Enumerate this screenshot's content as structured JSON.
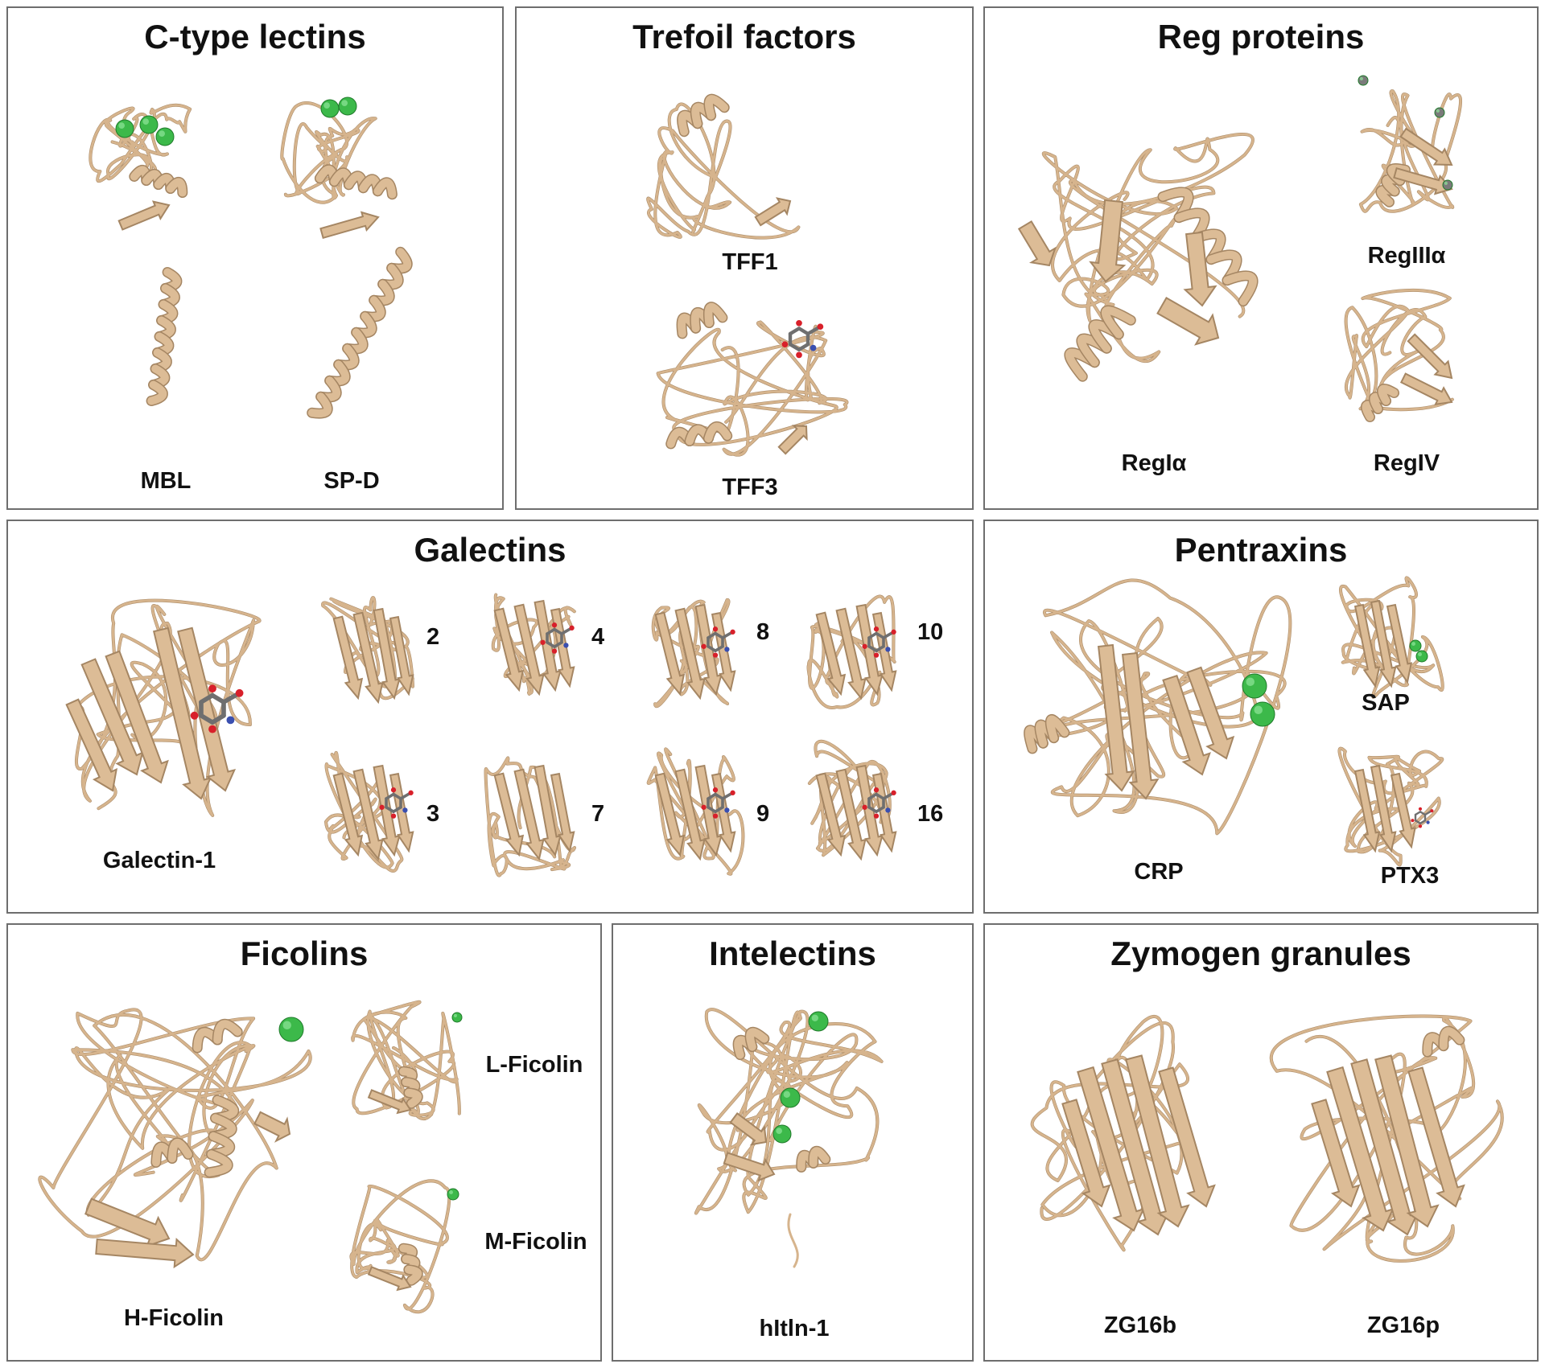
{
  "panels": {
    "ctype": {
      "title": "C-type lectins",
      "labels": [
        "MBL",
        "SP-D"
      ]
    },
    "trefoil": {
      "title": "Trefoil factors",
      "labels": [
        "TFF1",
        "TFF3"
      ]
    },
    "reg": {
      "title": "Reg proteins",
      "labels": [
        "RegIα",
        "RegIIIα",
        "RegIV"
      ]
    },
    "galectins": {
      "title": "Galectins",
      "labels": [
        "Galectin-1"
      ],
      "numbers": [
        "2",
        "4",
        "8",
        "10",
        "3",
        "7",
        "9",
        "16"
      ]
    },
    "pentraxins": {
      "title": "Pentraxins",
      "labels": [
        "CRP",
        "SAP",
        "PTX3"
      ]
    },
    "ficolins": {
      "title": "Ficolins",
      "labels": [
        "H-Ficolin",
        "L-Ficolin",
        "M-Ficolin"
      ]
    },
    "intelectins": {
      "title": "Intelectins",
      "labels": [
        "hItln-1"
      ]
    },
    "zymogen": {
      "title": "Zymogen granules",
      "labels": [
        "ZG16b",
        "ZG16p"
      ]
    }
  },
  "colors": {
    "ribbon": "#d6b48d",
    "ion": "#3cb94a",
    "ion_gray": "#7a7a7a",
    "ligand_carbon": "#6f6f6f",
    "ligand_oxygen": "#d8202a",
    "ligand_nitrogen": "#3a4fb0",
    "border": "#6e6e6e"
  }
}
